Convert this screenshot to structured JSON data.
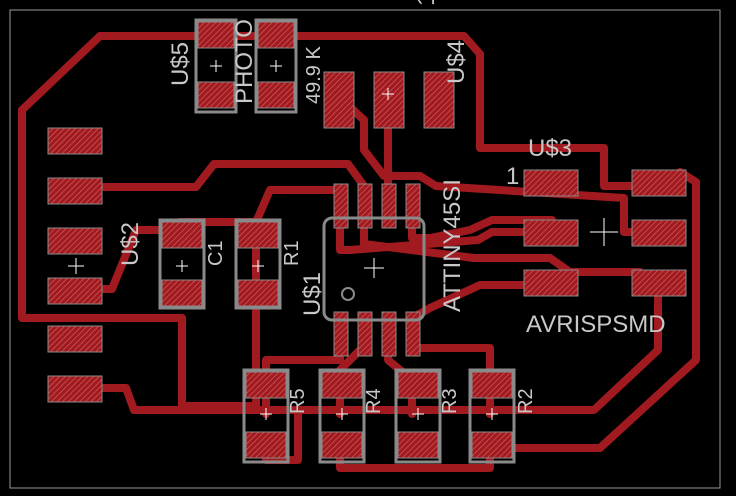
{
  "colors": {
    "background": "#000000",
    "trace": "#a11a1f",
    "pad_outline": "#8a8a8a",
    "silk": "#c8c8c8",
    "board_outline": "#9a9a9a"
  },
  "labels": {
    "us5": "U$5",
    "photo": "PHOTO",
    "us4": "U$4",
    "res_value": "49.9 K",
    "pin1_top": "1",
    "us3": "U$3",
    "pin1_header": "1",
    "attiny": "ATTINY45SI",
    "us2": "U$2",
    "c1": "C1",
    "r1": "R1",
    "us1": "U$1",
    "avrisp": "AVRISPSMD",
    "r5": "R5",
    "r4": "R4",
    "r3": "R3",
    "r2": "R2"
  }
}
